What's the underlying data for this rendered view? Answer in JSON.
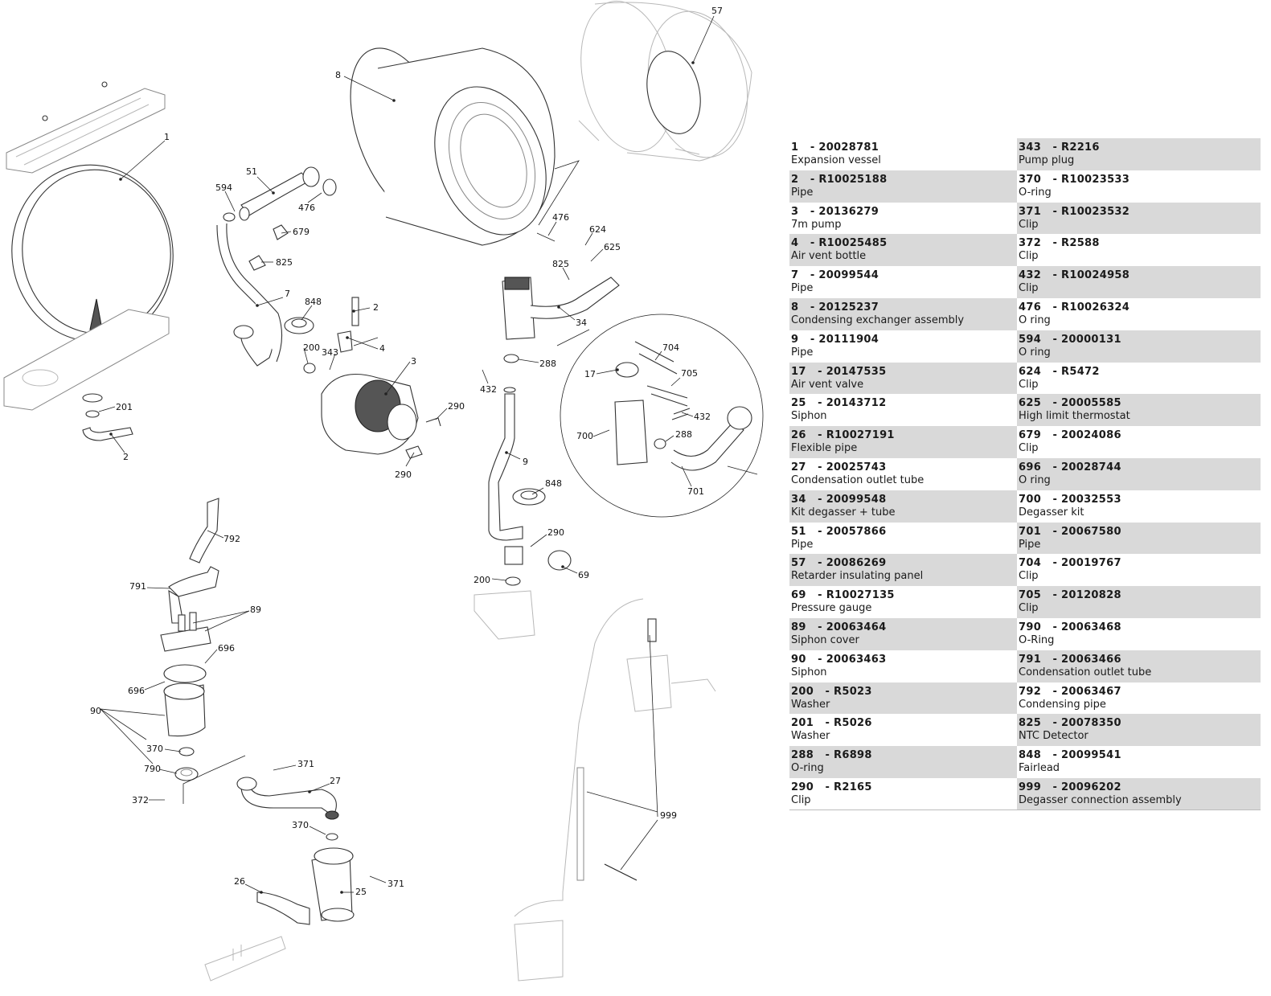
{
  "parts": [
    {
      "code": "1   - 20028781",
      "desc": "Expansion vessel"
    },
    {
      "code": "2   - R10025188",
      "desc": "Pipe"
    },
    {
      "code": "3   - 20136279",
      "desc": "7m pump"
    },
    {
      "code": "4   - R10025485",
      "desc": "Air vent bottle"
    },
    {
      "code": "7   - 20099544",
      "desc": "Pipe"
    },
    {
      "code": "8   - 20125237",
      "desc": "Condensing exchanger assembly"
    },
    {
      "code": "9   - 20111904",
      "desc": "Pipe"
    },
    {
      "code": "17   - 20147535",
      "desc": "Air vent valve"
    },
    {
      "code": "25   - 20143712",
      "desc": "Siphon"
    },
    {
      "code": "26   - R10027191",
      "desc": "Flexible pipe"
    },
    {
      "code": "27   - 20025743",
      "desc": "Condensation outlet tube"
    },
    {
      "code": "34   - 20099548",
      "desc": "Kit degasser + tube"
    },
    {
      "code": "51   - 20057866",
      "desc": "Pipe"
    },
    {
      "code": "57   - 20086269",
      "desc": "Retarder insulating panel"
    },
    {
      "code": "69   - R10027135",
      "desc": "Pressure gauge"
    },
    {
      "code": "89   - 20063464",
      "desc": "Siphon cover"
    },
    {
      "code": "90   - 20063463",
      "desc": "Siphon"
    },
    {
      "code": "200   - R5023",
      "desc": "Washer"
    },
    {
      "code": "201   - R5026",
      "desc": "Washer"
    },
    {
      "code": "288   - R6898",
      "desc": "O-ring"
    },
    {
      "code": "290   - R2165",
      "desc": "Clip"
    },
    {
      "code": "343   - R2216",
      "desc": "Pump plug"
    },
    {
      "code": "370   - R10023533",
      "desc": "O-ring"
    },
    {
      "code": "371   - R10023532",
      "desc": "Clip"
    },
    {
      "code": "372   - R2588",
      "desc": "Clip"
    },
    {
      "code": "432   - R10024958",
      "desc": "Clip"
    },
    {
      "code": "476   - R10026324",
      "desc": "O ring"
    },
    {
      "code": "594   - 20000131",
      "desc": "O ring"
    },
    {
      "code": "624   - R5472",
      "desc": "Clip"
    },
    {
      "code": "625   - 20005585",
      "desc": "High limit thermostat"
    },
    {
      "code": "679   - 20024086",
      "desc": "Clip"
    },
    {
      "code": "696   - 20028744",
      "desc": "O ring"
    },
    {
      "code": "700   - 20032553",
      "desc": "Degasser kit"
    },
    {
      "code": "701   - 20067580",
      "desc": "Pipe"
    },
    {
      "code": "704   - 20019767",
      "desc": "Clip"
    },
    {
      "code": "705   - 20120828",
      "desc": "Clip"
    },
    {
      "code": "790   - 20063468",
      "desc": "O-Ring"
    },
    {
      "code": "791   - 20063466",
      "desc": "Condensation outlet tube"
    },
    {
      "code": "792   - 20063467",
      "desc": "Condensing pipe"
    },
    {
      "code": "825   - 20078350",
      "desc": "NTC Detector"
    },
    {
      "code": "848   - 20099541",
      "desc": "Fairlead"
    },
    {
      "code": "999   - 20096202",
      "desc": "Degasser connection assembly"
    }
  ],
  "callouts": {
    "c1": "1",
    "c2a": "2",
    "c2b": "2",
    "c3": "3",
    "c4": "4",
    "c7": "7",
    "c8": "8",
    "c9": "9",
    "c17": "17",
    "c25": "25",
    "c26": "26",
    "c27": "27",
    "c34": "34",
    "c51": "51",
    "c57": "57",
    "c69": "69",
    "c89": "89",
    "c90": "90",
    "c200a": "200",
    "c200b": "200",
    "c201": "201",
    "c288a": "288",
    "c288b": "288",
    "c290a": "290",
    "c290b": "290",
    "c290c": "290",
    "c343": "343",
    "c370a": "370",
    "c370b": "370",
    "c371a": "371",
    "c371b": "371",
    "c372": "372",
    "c432a": "432",
    "c432b": "432",
    "c476a": "476",
    "c476b": "476",
    "c594": "594",
    "c624": "624",
    "c625": "625",
    "c679": "679",
    "c696a": "696",
    "c696b": "696",
    "c700": "700",
    "c701": "701",
    "c704": "704",
    "c705": "705",
    "c790": "790",
    "c791": "791",
    "c792": "792",
    "c825a": "825",
    "c825b": "825",
    "c848a": "848",
    "c848b": "848",
    "c999": "999"
  }
}
